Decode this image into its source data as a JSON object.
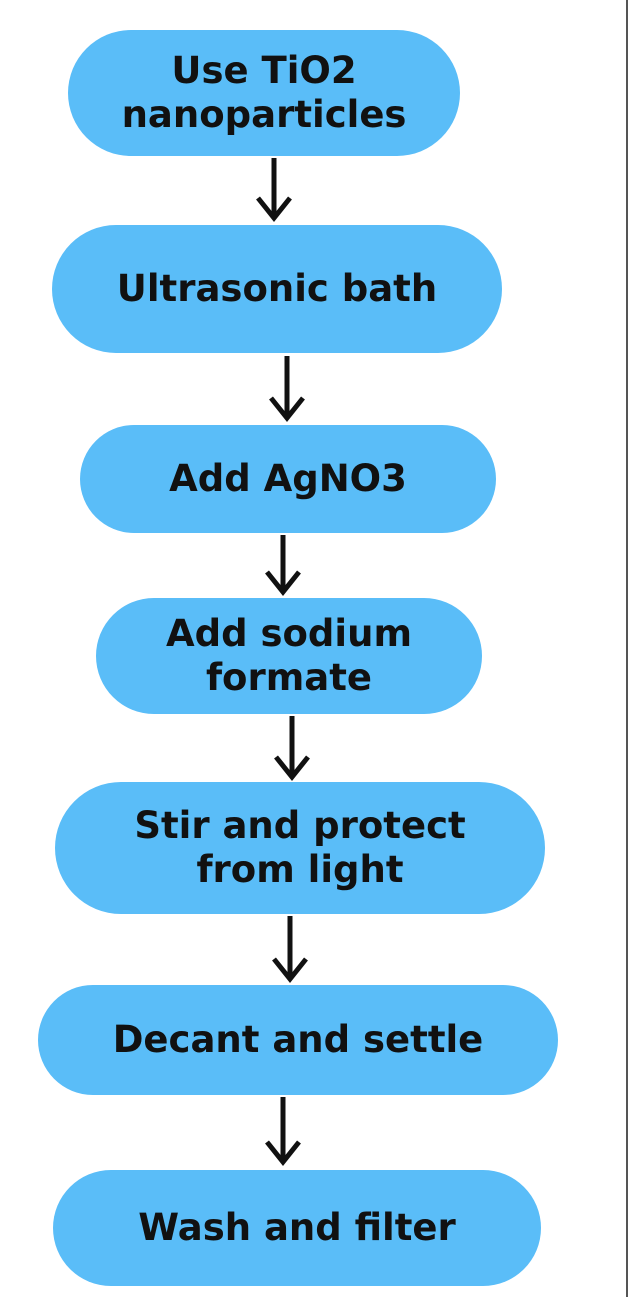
{
  "diagram": {
    "colors": {
      "node_fill": "#5ABDF8",
      "text": "#111111",
      "arrow": "#111111"
    },
    "steps": [
      {
        "lines": [
          "Use TiO2",
          "nanoparticles"
        ]
      },
      {
        "lines": [
          "Ultrasonic bath"
        ]
      },
      {
        "lines": [
          "Add AgNO3"
        ]
      },
      {
        "lines": [
          "Add sodium",
          "formate"
        ]
      },
      {
        "lines": [
          "Stir and protect",
          "from light"
        ]
      },
      {
        "lines": [
          "Decant and settle"
        ]
      },
      {
        "lines": [
          "Wash and filter"
        ]
      }
    ]
  }
}
